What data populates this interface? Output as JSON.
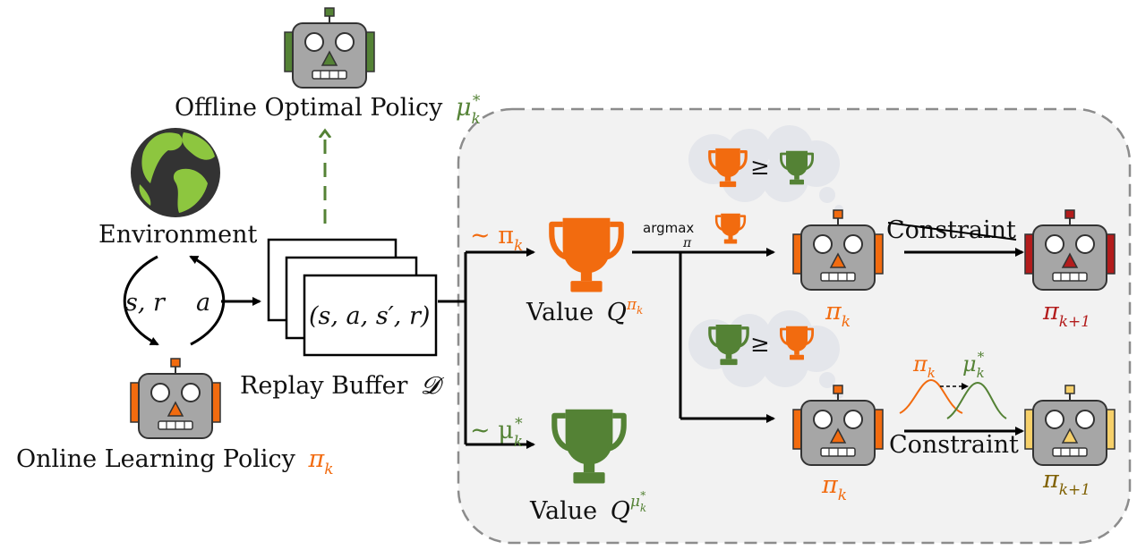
{
  "colors": {
    "orange": "#F26B0F",
    "green": "#548235",
    "red": "#B31C1C",
    "yellow": "#F6D06A",
    "dark_yellow": "#7F6000",
    "robot_face": "#A6A6A6",
    "cloud": "#E4E6EB",
    "panel": "#F2F2F2"
  },
  "labels": {
    "offline_policy": "Offline Optimal Policy",
    "offline_policy_sym": "μ",
    "environment": "Environment",
    "s_r": "s, r",
    "a": "a",
    "online_policy": "Online Learning Policy",
    "online_policy_sym": "π",
    "replay_buffer": "Replay Buffer",
    "replay_buffer_sym": "𝓓",
    "transition": "(s, a, s′, r)",
    "sim_pi": "~ π",
    "sim_mu": "~ μ",
    "value_q": "Value",
    "q_sym": "Q",
    "argmax": "argmax",
    "argmax_sub": "π",
    "geq": "≥",
    "pi_k": "π",
    "pi_k1": "π",
    "mu_k": "μ",
    "constraint_top": "Constraint",
    "constraint_bottom": "Constraint",
    "sub_k": "k",
    "sub_k1": "k+1",
    "star": "*"
  },
  "icons": [
    "robot-icon",
    "globe-icon",
    "trophy-icon",
    "thought-cloud-icon",
    "distribution-curve-icon"
  ]
}
